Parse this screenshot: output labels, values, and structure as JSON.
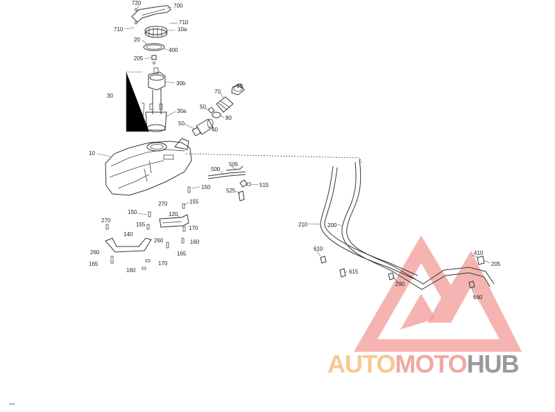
{
  "diagram": {
    "part_labels": {
      "p720": "720",
      "p700": "700",
      "p710a": "710",
      "p710b": "710",
      "p10a": "10a",
      "p20": "20",
      "p400": "400",
      "p205a": "205",
      "p30b": "30b",
      "p30": "30",
      "p30a": "30a",
      "p90": "90",
      "p70": "70",
      "p50a": "50",
      "p80": "80",
      "p50b": "50",
      "p40": "40",
      "p10": "10",
      "p505": "505",
      "p500": "500",
      "p515": "515",
      "p525": "525",
      "p150a": "150",
      "p155a": "155",
      "p270a": "270",
      "p150b": "150",
      "p120": "120",
      "p270b": "270",
      "p155b": "155",
      "p170a": "170",
      "p140": "140",
      "p260a": "260",
      "p160a": "160",
      "p260b": "260",
      "p165a": "165",
      "p165b": "165",
      "p170b": "170",
      "p160b": "160",
      "p210": "210",
      "p200": "200",
      "p610": "610",
      "p615": "615",
      "p410": "410",
      "p205b": "205",
      "p290": "290",
      "p660": "660"
    },
    "footer_code": "mm"
  },
  "watermark": {
    "text_auto": "AUTO",
    "text_moto": "MOTO",
    "text_hub": "HUB",
    "colors": {
      "auto": "#f6c992",
      "moto": "#f0a9a0",
      "hub": "#9a9a9a",
      "emblem": "#ef7f7f"
    }
  }
}
